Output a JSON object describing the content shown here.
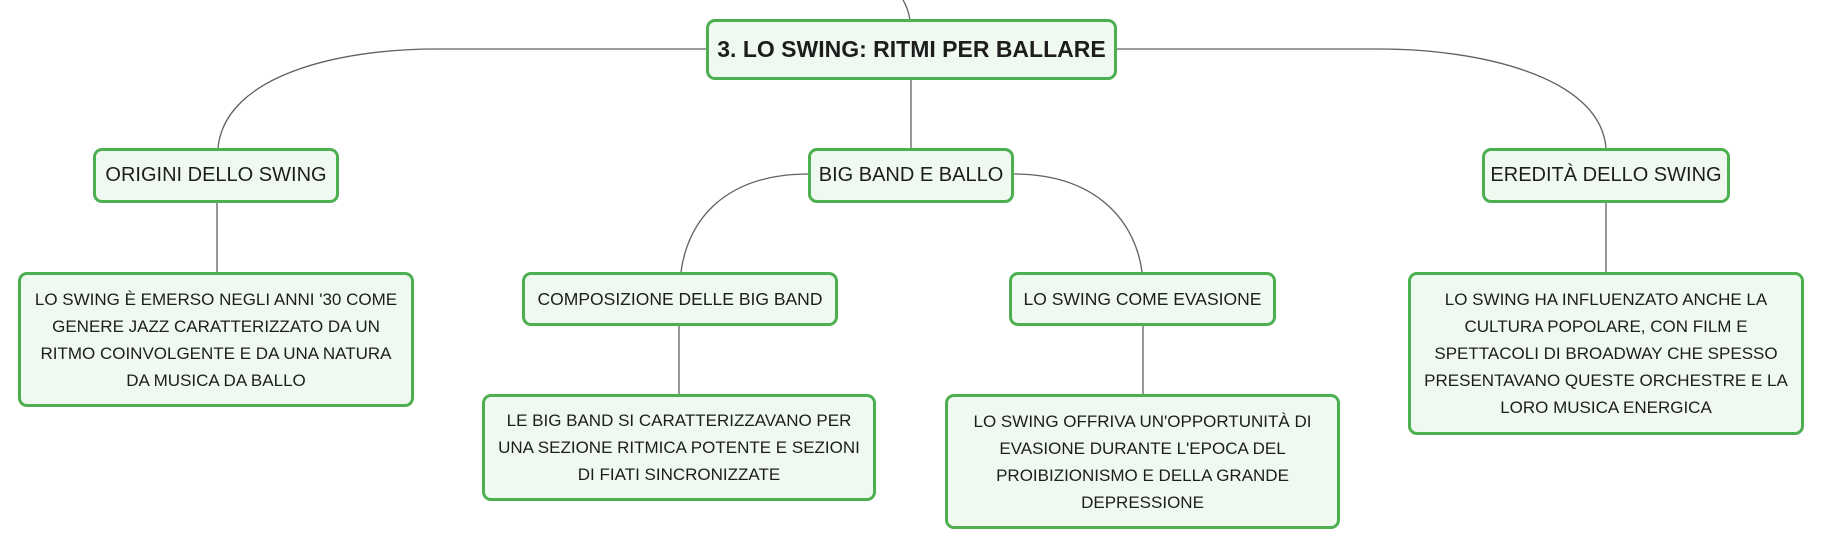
{
  "root": {
    "label": "3. LO SWING: RITMI PER BALLARE"
  },
  "topics": {
    "origins": {
      "label": "ORIGINI DELLO SWING",
      "description": "LO SWING È EMERSO NEGLI ANNI '30 COME GENERE JAZZ CARATTERIZZATO DA UN RITMO COINVOLGENTE E DA UNA NATURA DA MUSICA DA BALLO"
    },
    "big_band": {
      "label": "BIG BAND E BALLO",
      "children": {
        "composition": {
          "label": "COMPOSIZIONE DELLE BIG BAND",
          "description": "LE BIG BAND SI CARATTERIZZAVANO PER UNA SEZIONE RITMICA POTENTE E SEZIONI DI FIATI SINCRONIZZATE"
        },
        "escape": {
          "label": "LO SWING COME EVASIONE",
          "description": "LO SWING OFFRIVA UN'OPPORTUNITÀ DI EVASIONE DURANTE L'EPOCA DEL PROIBIZIONISMO E DELLA GRANDE DEPRESSIONE"
        }
      }
    },
    "legacy": {
      "label": "EREDITÀ DELLO SWING",
      "description": "LO SWING HA INFLUENZATO ANCHE LA CULTURA POPOLARE, CON FILM E SPETTACOLI DI BROADWAY CHE SPESSO PRESENTAVANO QUESTE ORCHESTRE E LA LORO MUSICA ENERGICA"
    }
  },
  "colors": {
    "node_border": "#4caf50",
    "node_fill": "#eff9f0",
    "connector": "#606060",
    "text": "#1d1d1d"
  }
}
